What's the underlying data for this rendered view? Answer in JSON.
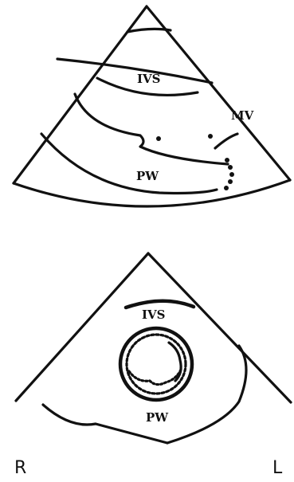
{
  "top_view": {
    "ivs_label": "IVS",
    "mv_label": "MV",
    "pw_label": "PW"
  },
  "bottom_view": {
    "ivs_label": "IVS",
    "pw_label": "PW"
  },
  "orientation": {
    "right_label": "R",
    "left_label": "L"
  }
}
